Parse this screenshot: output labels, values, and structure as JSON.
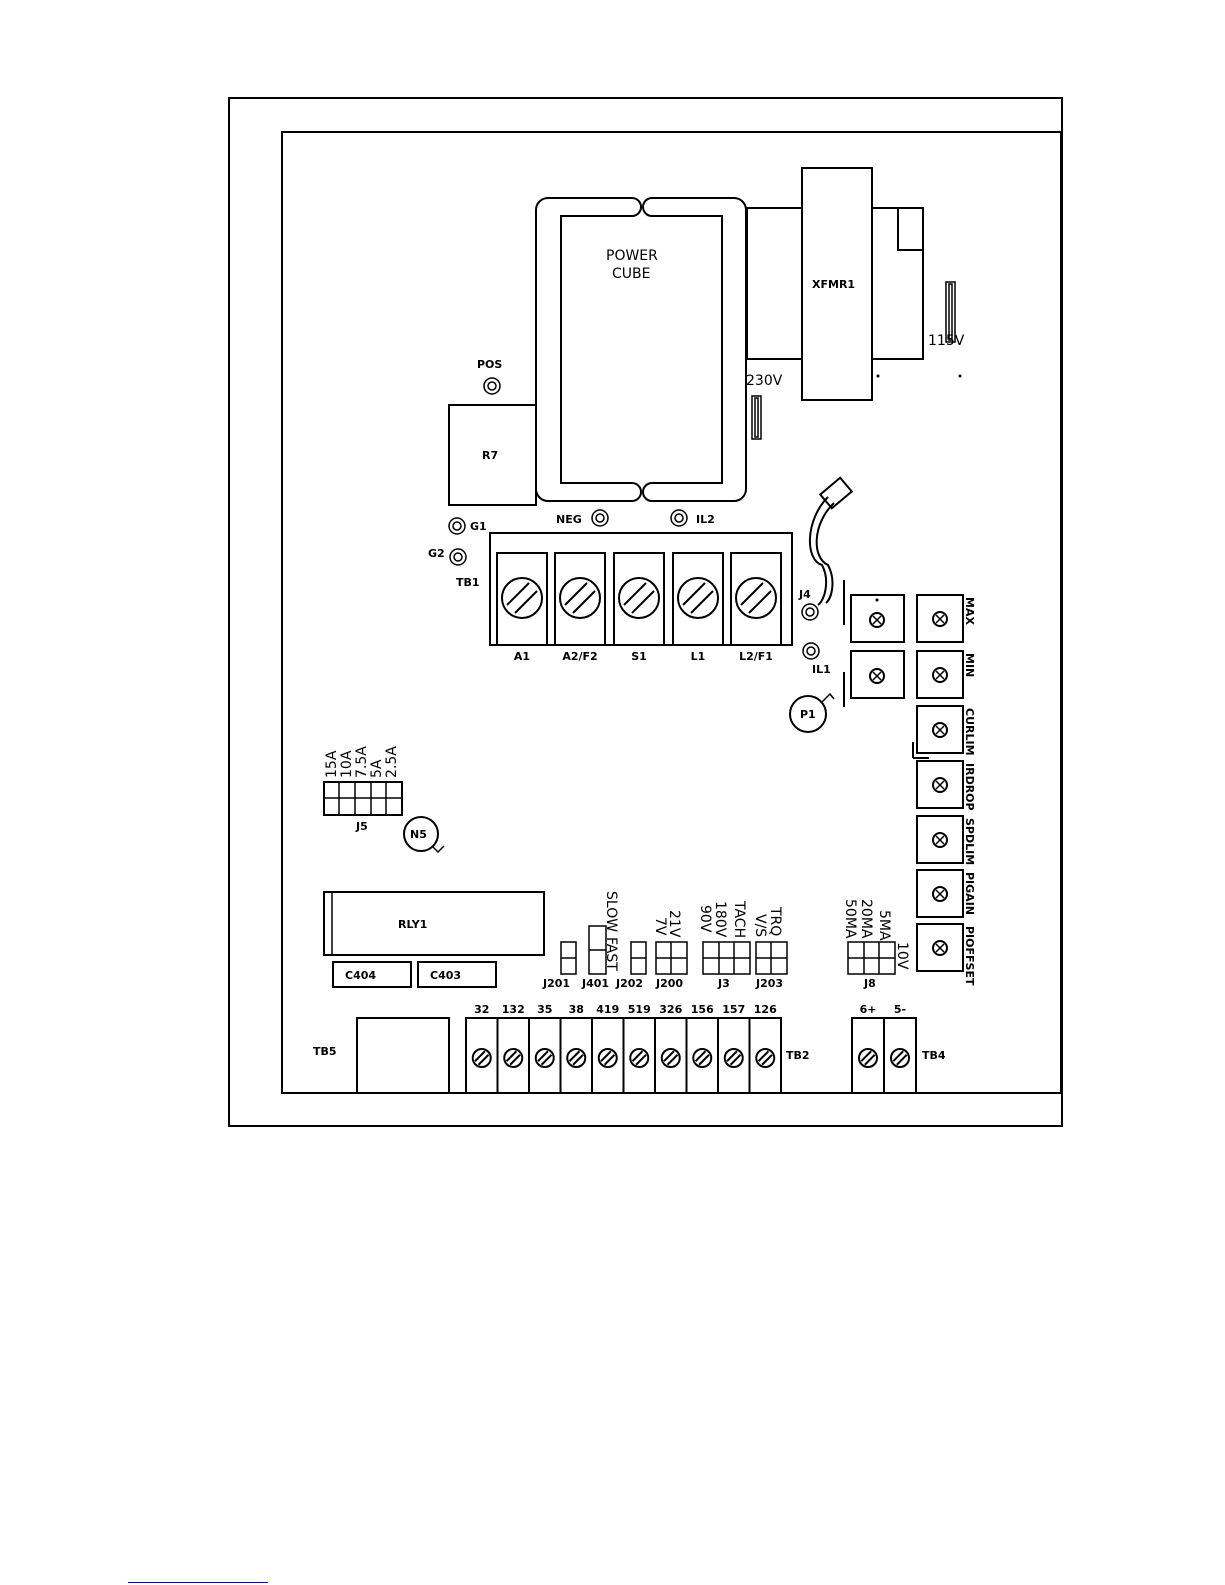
{
  "labels": {
    "power_cube_line1": "POWER",
    "power_cube_line2": "CUBE",
    "xfmr": "XFMR1",
    "v115": "115V",
    "v230": "230V",
    "pos": "POS",
    "neg": "NEG",
    "il2": "IL2",
    "r7": "R7",
    "g1": "G1",
    "g2": "G2",
    "tb1": "TB1",
    "j4": "J4",
    "il1": "IL1",
    "p1": "P1",
    "j5": "J5",
    "n5": "N5",
    "rly1": "RLY1",
    "c404": "C404",
    "c403": "C403",
    "tb5": "TB5",
    "tb2": "TB2",
    "tb4": "TB4",
    "j201": "J201",
    "j401": "J401",
    "j202": "J202",
    "j200": "J200",
    "j3": "J3",
    "j203": "J203",
    "j8": "J8",
    "slow": "SLOW",
    "fast": "FAST",
    "v21": "21V",
    "v7": "7V",
    "v90": "90V",
    "v180": "180V",
    "tach": "TACH",
    "vs": "V/S",
    "trq": "TRQ",
    "ma50": "50MA",
    "ma20": "20MA",
    "ma5": "5MA",
    "v10": "10V"
  },
  "tb1_terminals": [
    "A1",
    "A2/F2",
    "S1",
    "L1",
    "L2/F1"
  ],
  "j5_ratings": [
    "15A",
    "10A",
    "7.5A",
    "5A",
    "2.5A"
  ],
  "pots": [
    "MAX",
    "MIN",
    "CURLIM",
    "IRDROP",
    "SPDLIM",
    "PIGAIN",
    "PIOFFSET"
  ],
  "tb2_terminals": [
    "32",
    "132",
    "35",
    "38",
    "419",
    "519",
    "326",
    "156",
    "157",
    "126"
  ],
  "tb4_terminals": [
    "6+",
    "5-"
  ]
}
